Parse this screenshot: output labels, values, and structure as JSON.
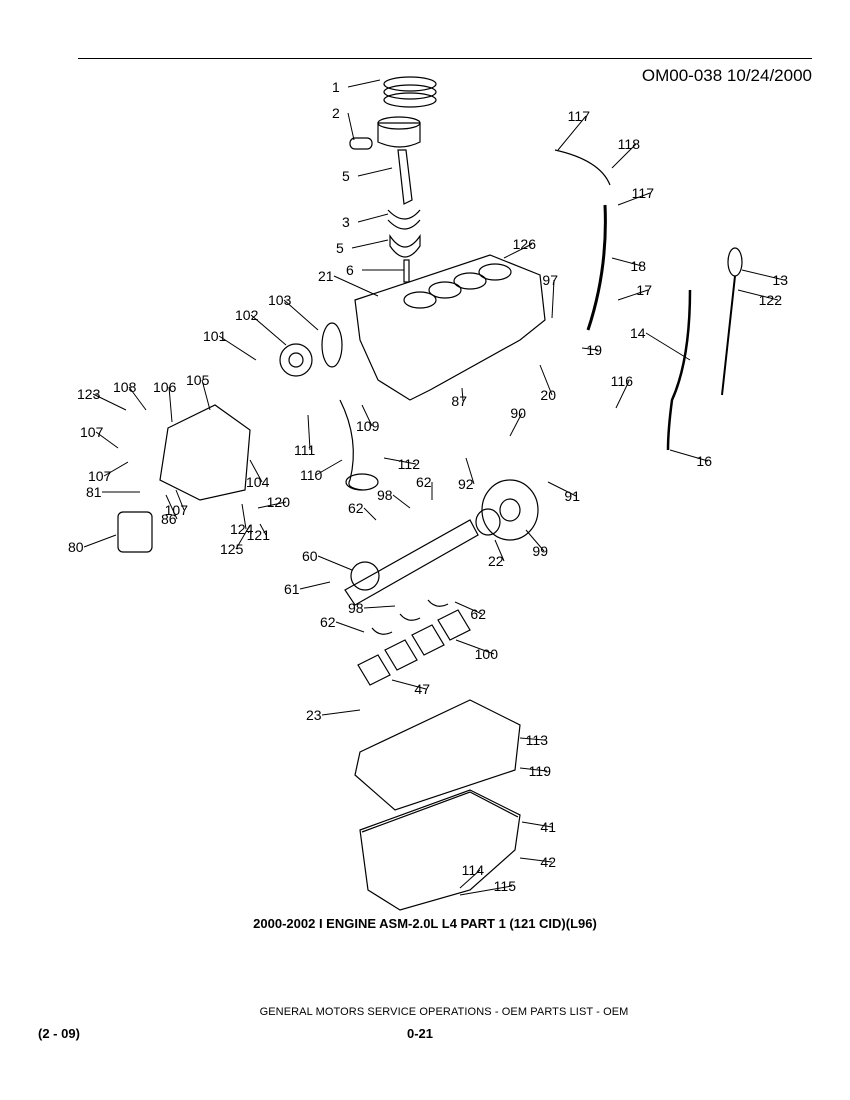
{
  "header": {
    "doc_id": "OM00-038  10/24/2000"
  },
  "diagram": {
    "caption": "2000-2002 I ENGINE ASM-2.0L L4 PART 1 (121 CID)(L96)",
    "callouts": [
      "1",
      "2",
      "5",
      "3",
      "5",
      "6",
      "21",
      "103",
      "102",
      "101",
      "123",
      "108",
      "106",
      "105",
      "107",
      "107",
      "81",
      "86",
      "107",
      "104",
      "124",
      "125",
      "120",
      "121",
      "80",
      "111",
      "110",
      "109",
      "112",
      "87",
      "90",
      "92",
      "98",
      "62",
      "62",
      "60",
      "61",
      "22",
      "99",
      "91",
      "98",
      "62",
      "62",
      "100",
      "47",
      "23",
      "113",
      "119",
      "41",
      "42",
      "114",
      "115",
      "117",
      "118",
      "117",
      "126",
      "18",
      "97",
      "17",
      "19",
      "20",
      "14",
      "116",
      "16",
      "13",
      "122"
    ]
  },
  "footer": {
    "title": "GENERAL MOTORS SERVICE OPERATIONS - OEM PARTS LIST - OEM",
    "left": "(2 - 09)",
    "page": "0-21"
  }
}
